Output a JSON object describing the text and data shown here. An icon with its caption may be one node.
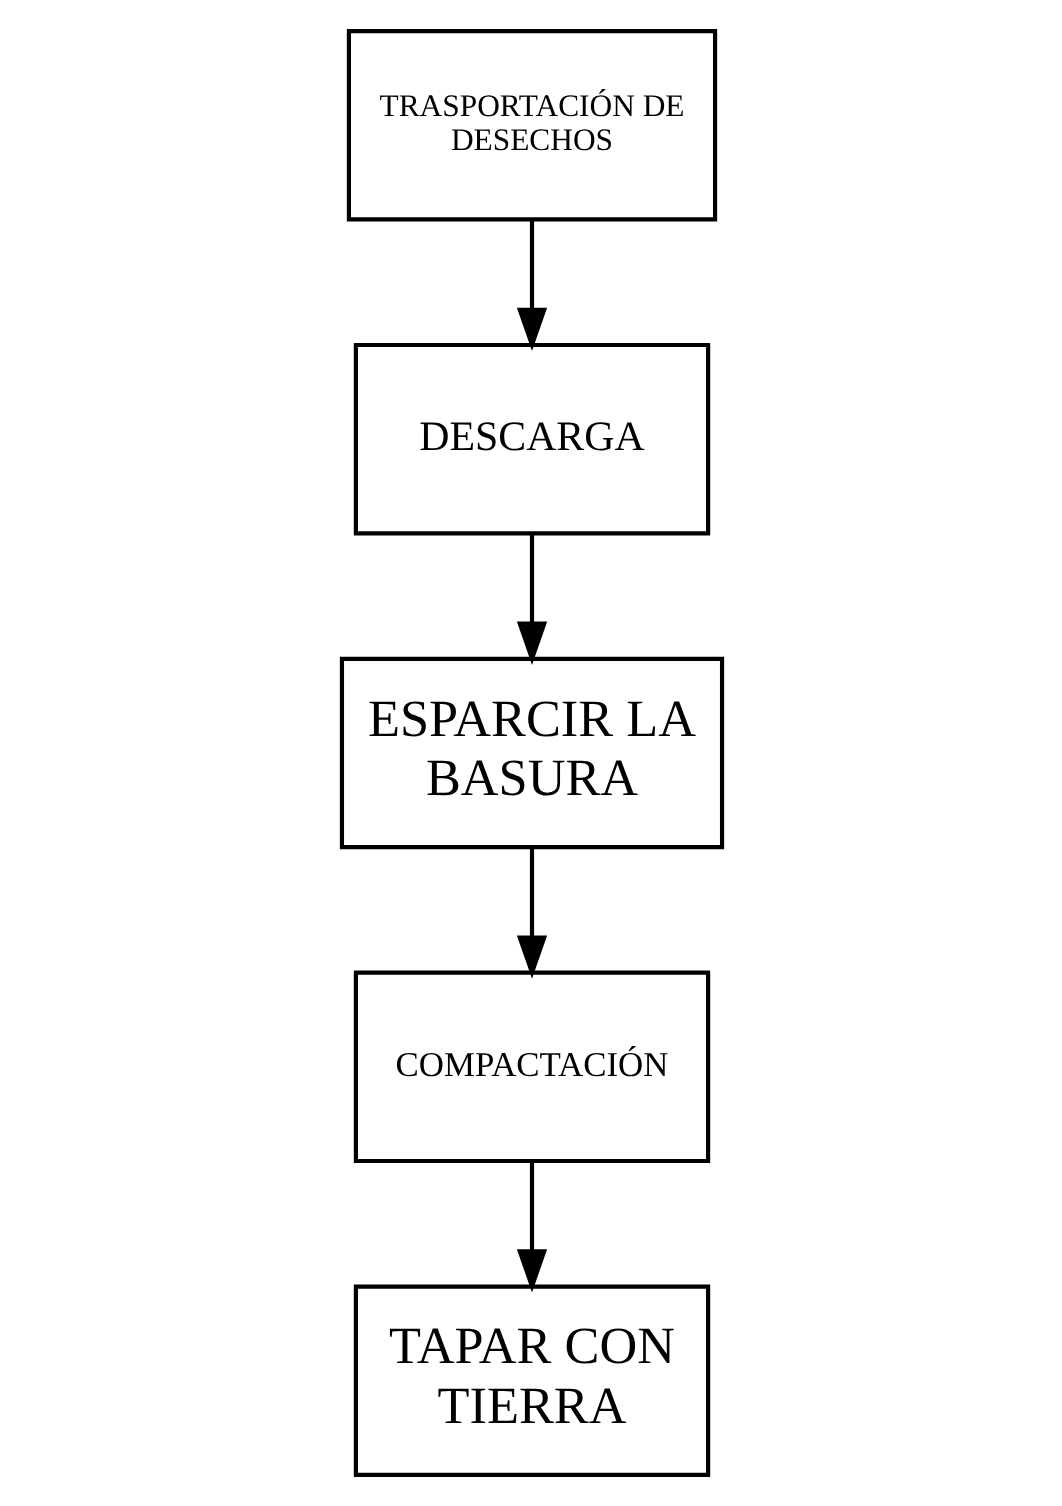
{
  "diagram": {
    "nodes": [
      {
        "text": [
          "TRASPORTACIÓN DE DESECHOS"
        ]
      },
      {
        "text": [
          "DESCARGA"
        ]
      },
      {
        "text": [
          "ESPARCIR LA BASURA"
        ]
      },
      {
        "text": [
          "COMPACTACIÓN"
        ]
      },
      {
        "text": [
          "TAPAR CON TIERRA"
        ]
      }
    ],
    "edges": [
      {
        "from": 0,
        "to": 1,
        "arrow": "to"
      },
      {
        "from": 1,
        "to": 2,
        "arrow": "to"
      },
      {
        "from": 2,
        "to": 3,
        "arrow": "to"
      },
      {
        "from": 3,
        "to": 4,
        "arrow": "to"
      }
    ]
  }
}
